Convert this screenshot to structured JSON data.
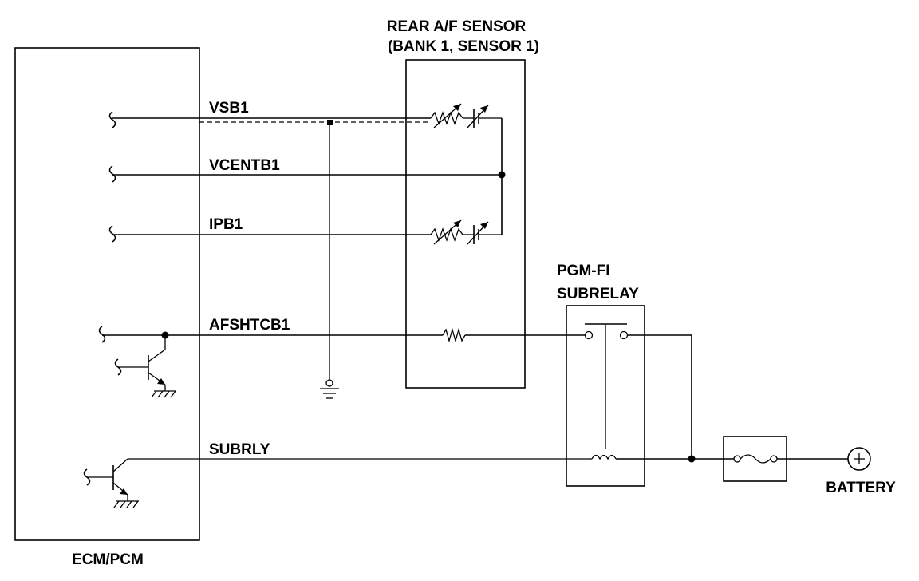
{
  "diagram": {
    "ecm_label": "ECM/PCM",
    "sensor_label_line1": "REAR A/F SENSOR",
    "sensor_label_line2": "(BANK 1, SENSOR 1)",
    "relay_label_line1": "PGM-FI",
    "relay_label_line2": "SUBRELAY",
    "battery_label": "BATTERY",
    "wires": {
      "vsb1": "VSB1",
      "vcentb1": "VCENTB1",
      "ipb1": "IPB1",
      "afshtcb1": "AFSHTCB1",
      "subrly": "SUBRLY"
    }
  }
}
